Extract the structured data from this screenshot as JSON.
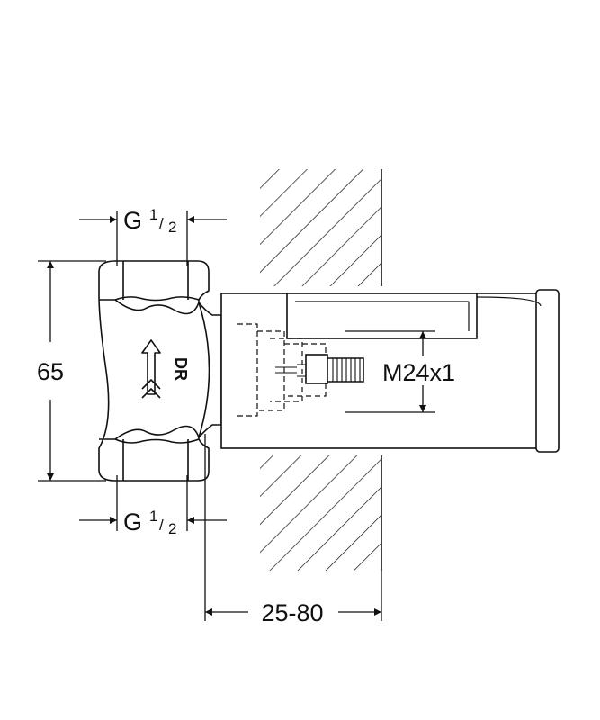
{
  "labels": {
    "thread_top": {
      "g": "G",
      "num": "1",
      "slash": "/",
      "den": "2"
    },
    "thread_bottom": {
      "g": "G",
      "num": "1",
      "slash": "/",
      "den": "2"
    },
    "height": "65",
    "thread_spindle": "M24x1",
    "wall_depth": "25-80",
    "flow_mark": "DR"
  },
  "colors": {
    "stroke": "#111111",
    "fill": "#ffffff"
  }
}
